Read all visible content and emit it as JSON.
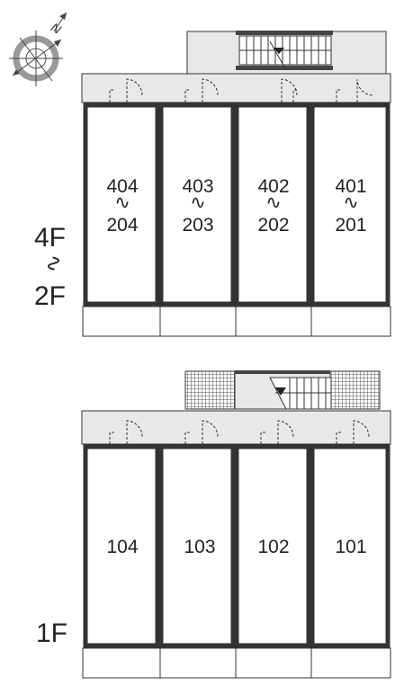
{
  "compass": {
    "north_label": "N",
    "icon": "compass-rose-icon"
  },
  "upper_floors": {
    "label_top": "4F",
    "label_sep": "∿",
    "label_bottom": "2F",
    "units": [
      {
        "top": "404",
        "sep": "∿",
        "bottom": "204"
      },
      {
        "top": "403",
        "sep": "∿",
        "bottom": "203"
      },
      {
        "top": "402",
        "sep": "∿",
        "bottom": "202"
      },
      {
        "top": "401",
        "sep": "∿",
        "bottom": "201"
      }
    ]
  },
  "ground_floor": {
    "label": "1F",
    "units": [
      {
        "number": "104"
      },
      {
        "number": "103"
      },
      {
        "number": "102"
      },
      {
        "number": "101"
      }
    ]
  },
  "colors": {
    "wall": "#3a3a3a",
    "corridor": "#e8e8e8",
    "hatch": "#555555",
    "line": "#333333"
  }
}
